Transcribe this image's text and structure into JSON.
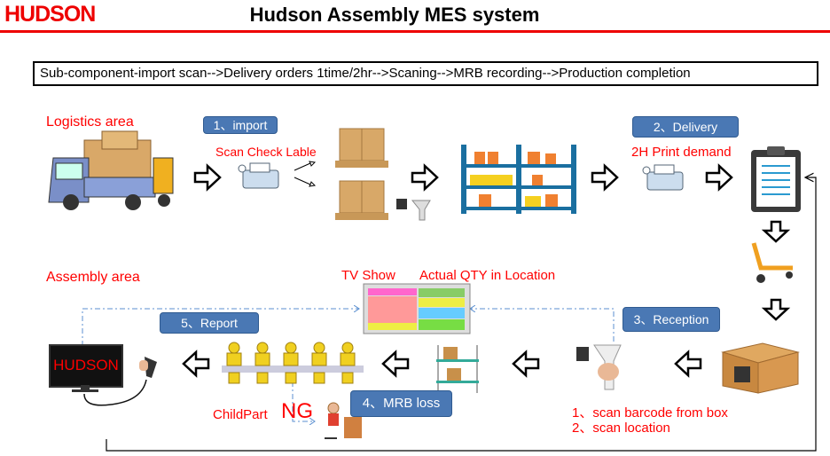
{
  "header": {
    "logo": "HUDSON",
    "title": "Hudson Assembly MES system"
  },
  "flow_summary": "Sub-component-import scan-->Delivery orders 1time/2hr-->Scaning-->MRB recording-->Production completion",
  "logistics": {
    "area": "Logistics area",
    "step1": "1、import",
    "scan_check": "Scan Check Lable",
    "step2": "2、Delivery",
    "print_demand": "2H Print demand"
  },
  "assembly": {
    "area": "Assembly area",
    "tv_show": "TV Show",
    "actual_qty": "Actual QTY in Location",
    "step3": "3、Reception",
    "step4": "4、MRB loss",
    "step5": "5、Report",
    "childpart": "ChildPart",
    "ng": "NG",
    "scan_box": "1、scan barcode from box",
    "scan_location": "2、scan location",
    "monitor_brand": "HUDSON"
  },
  "colors": {
    "accent": "#e00000",
    "badge": "#4a78b4",
    "dash": "#5b8fd0"
  }
}
